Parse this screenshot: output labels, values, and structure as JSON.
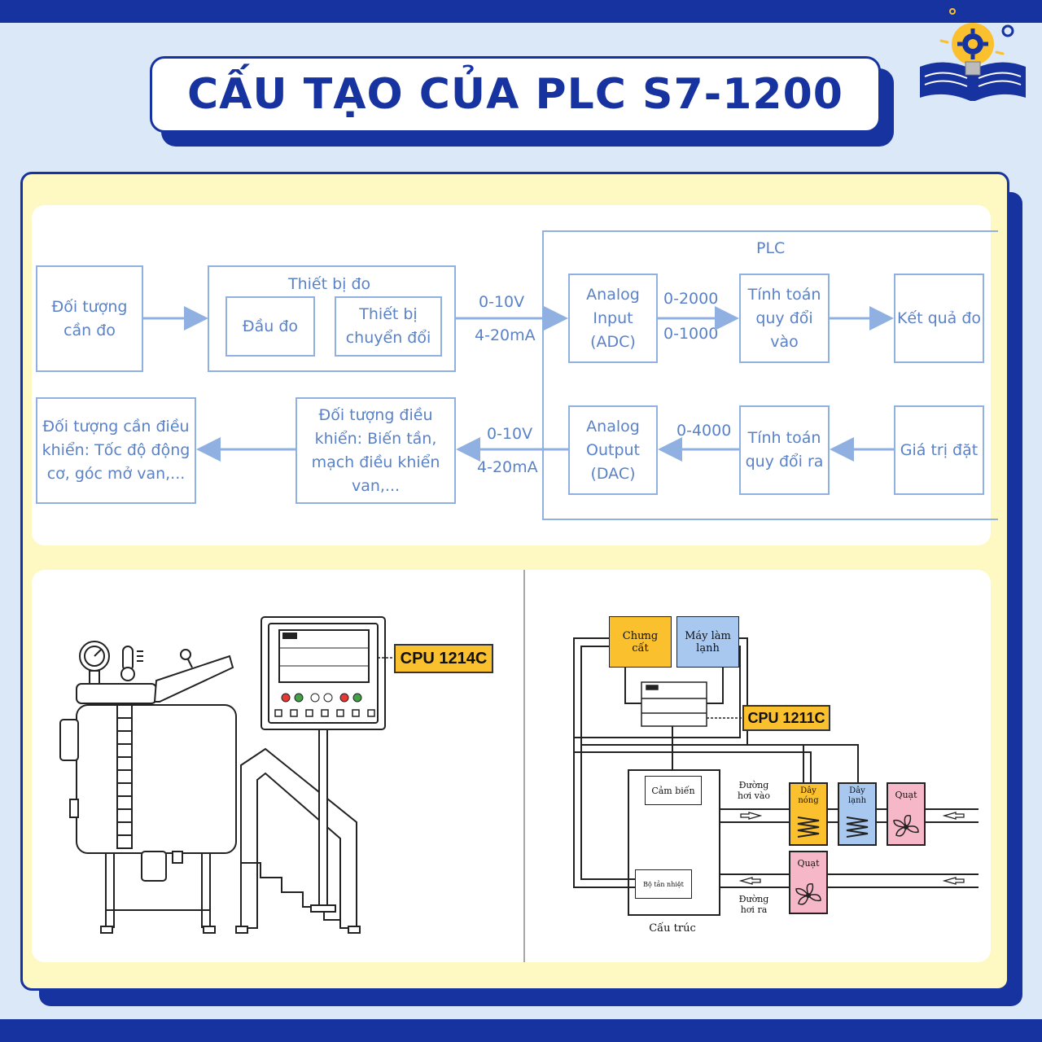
{
  "title": "CẤU TẠO CỦA PLC S7-1200",
  "colors": {
    "brand": "#1733a0",
    "panel_bg": "#fef9c2",
    "diagram_line": "#8fb0e0",
    "diagram_text": "#5a82c8",
    "cpu_label": "#fbc02d",
    "heater": "#fbc02d",
    "cooler": "#a9c8ef",
    "fan": "#f6b8c8"
  },
  "flow": {
    "object_measure": "Đối tượng cần đo",
    "measure_device": "Thiết bị đo",
    "sensor_head": "Đầu đo",
    "converter": "Thiết bị chuyển đổi",
    "in_signal_v": "0-10V",
    "in_signal_ma": "4-20mA",
    "plc": "PLC",
    "analog_input": "Analog Input (ADC)",
    "range_in_1": "0-2000",
    "range_in_2": "0-1000",
    "calc_in": "Tính toán quy đổi vào",
    "result": "Kết quả đo",
    "object_control": "Đối tượng cần điều khiển: Tốc độ động cơ, góc mở van,...",
    "control_device": "Đối tượng điều khiển: Biến tần, mạch điều khiển van,...",
    "out_signal_v": "0-10V",
    "out_signal_ma": "4-20mA",
    "analog_output": "Analog Output (DAC)",
    "range_out": "0-4000",
    "calc_out": "Tính toán quy đổi ra",
    "setpoint": "Giá trị đặt"
  },
  "machine": {
    "cpu_label": "CPU 1214C",
    "icons": [
      "pressure-gauge-icon",
      "thermometer-icon"
    ]
  },
  "system": {
    "cpu_label": "CPU 1211C",
    "distiller": "Chưng cất",
    "chiller": "Máy làm lạnh",
    "sensor": "Cảm biến",
    "inlet": "Đường hơi vào",
    "outlet": "Đường hơi ra",
    "heater": "Dây nóng",
    "cooler": "Dây lạnh",
    "fan1": "Quạt",
    "fan2": "Quạt",
    "radiator": "Bộ tản nhiệt",
    "structure": "Cấu trúc"
  }
}
